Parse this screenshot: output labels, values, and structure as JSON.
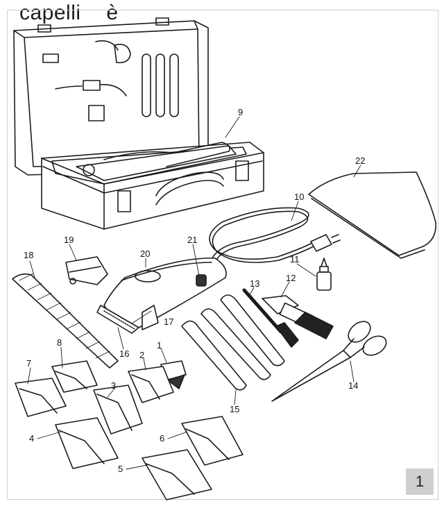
{
  "header": {
    "word1": "capelli",
    "word2": "è"
  },
  "figure_number": "1",
  "callouts": [
    "1",
    "2",
    "3",
    "4",
    "5",
    "6",
    "7",
    "8",
    "9",
    "10",
    "11",
    "12",
    "13",
    "14",
    "15",
    "16",
    "17",
    "18",
    "19",
    "20",
    "21",
    "22"
  ]
}
